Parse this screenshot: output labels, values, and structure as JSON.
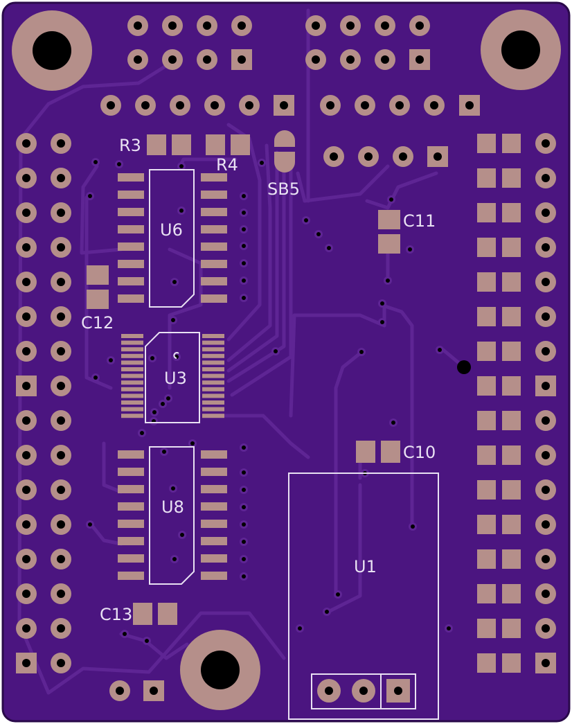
{
  "colors": {
    "board": "#4b1580",
    "board_edge": "#2a0a4a",
    "trace": "#5e2594",
    "pad": "#b58f8a",
    "drill": "#000000",
    "silk": "#e9e1f3"
  },
  "labels": {
    "r3": "R3",
    "r4": "R4",
    "sb5": "SB5",
    "c11": "C11",
    "u6": "U6",
    "c12": "C12",
    "u3": "U3",
    "c10": "C10",
    "u8": "U8",
    "u1": "U1",
    "c13": "C13"
  }
}
